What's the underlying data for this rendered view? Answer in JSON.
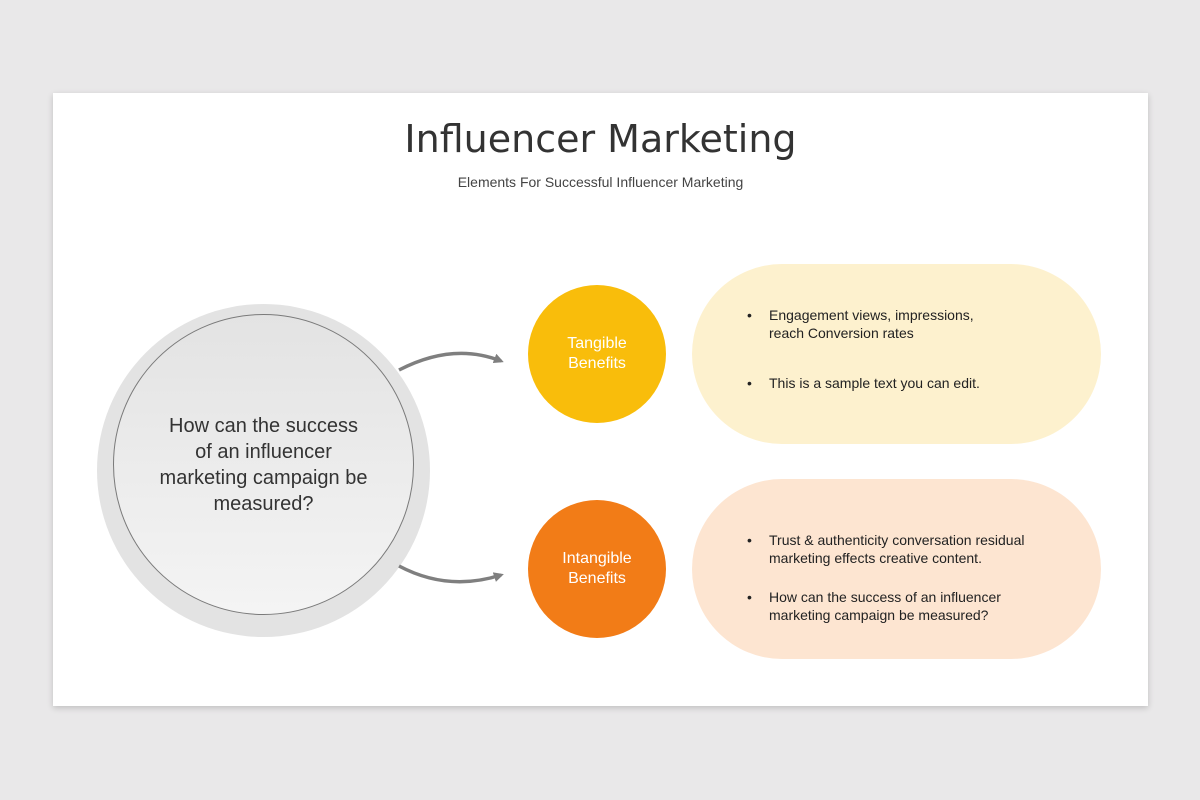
{
  "title": "Influencer Marketing",
  "subtitle": "Elements For Successful Influencer Marketing",
  "question": "How can the success of an influencer marketing campaign be measured?",
  "colors": {
    "tangible": "#f9bd0b",
    "intangible": "#f27c17",
    "tangible_pill": "#fdf1ce",
    "intangible_pill": "#fde5d1",
    "arrow": "#7f7f7f"
  },
  "branches": [
    {
      "label": "Tangible Benefits",
      "bullets": [
        "Engagement views, impressions, reach Conversion  rates",
        "This is a sample text you can edit."
      ]
    },
    {
      "label": "Intangible Benefits",
      "bullets": [
        "Trust & authenticity conversation residual marketing effects creative content.",
        "How can the success of an influencer marketing campaign be measured?"
      ]
    }
  ],
  "bullet_symbol": "•"
}
